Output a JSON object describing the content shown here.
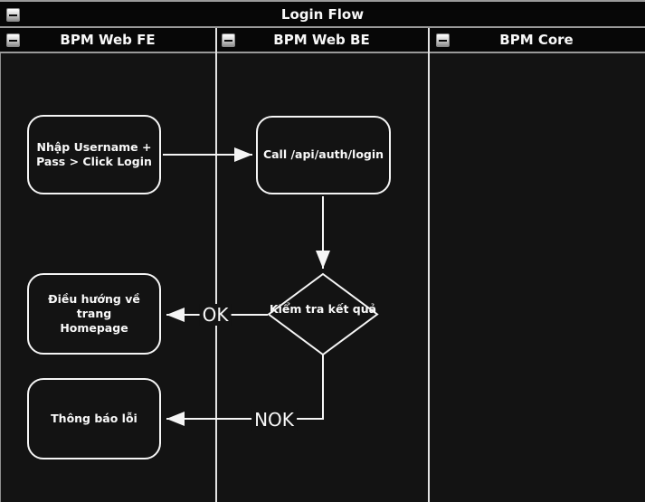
{
  "pool": {
    "title": "Login Flow",
    "lanes": [
      {
        "label": "BPM Web FE"
      },
      {
        "label": "BPM Web BE"
      },
      {
        "label": "BPM Core"
      }
    ]
  },
  "nodes": {
    "enter_credentials": {
      "label": "Nhập Username +\nPass > Click Login"
    },
    "call_login_api": {
      "label": "Call /api/auth/login"
    },
    "check_result": {
      "label": "Kiểm tra kết quả"
    },
    "redirect_homepage": {
      "label": "Điều hướng về trang\nHomepage"
    },
    "error_notification": {
      "label": "Thông báo lỗi"
    }
  },
  "edges": {
    "ok_label": "OK",
    "nok_label": "NOK"
  },
  "icons": {
    "collapse": "collapse-minus-icon"
  },
  "colors": {
    "background": "#131313",
    "header_background": "#070707",
    "frame_border": "#9a9a9a",
    "lane_divider": "#e3e3e3",
    "shape_stroke": "#f5f5f5",
    "text": "#f8f8f8"
  }
}
